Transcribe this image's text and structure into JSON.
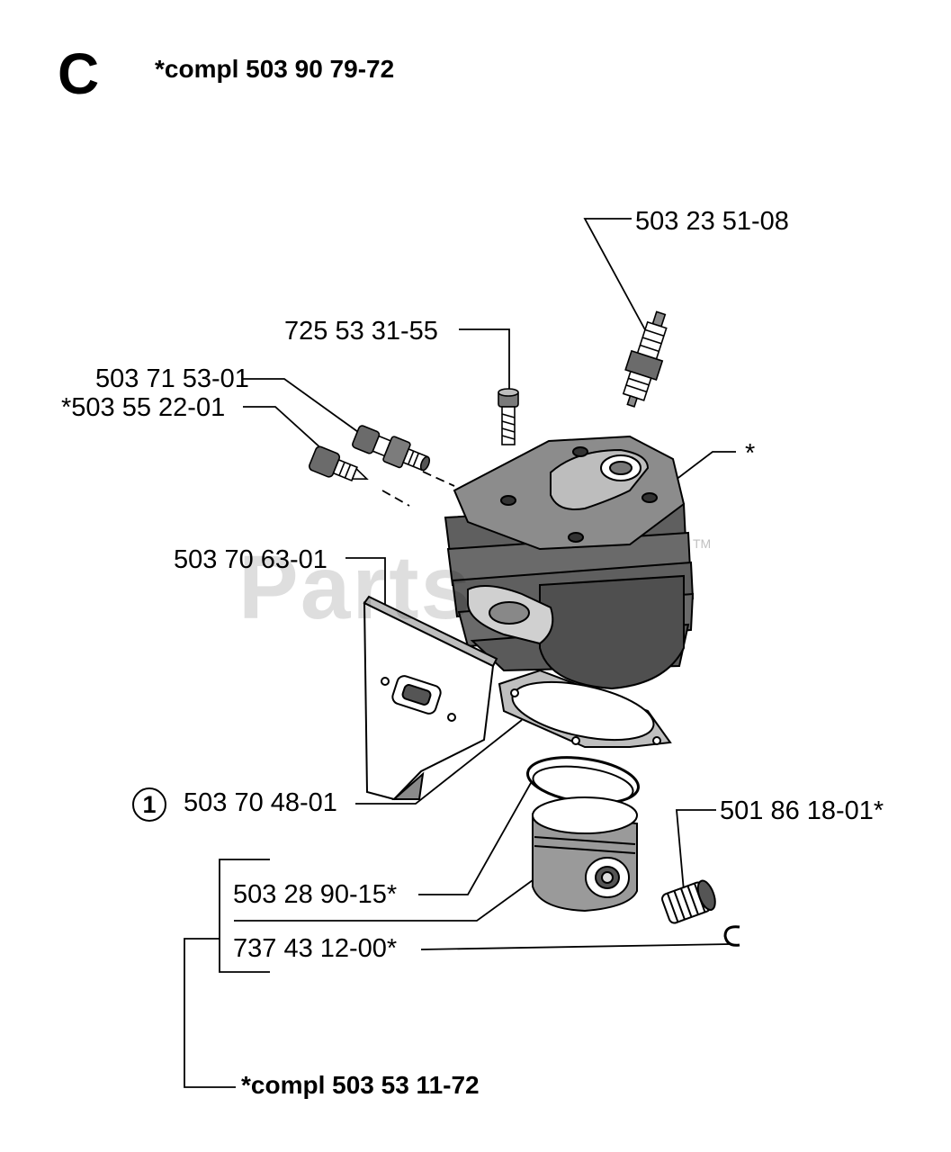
{
  "header": {
    "section_letter": "C",
    "assembly_number": "*compl 503 90 79-72"
  },
  "footer": {
    "assembly_number": "*compl 503 53 11-72"
  },
  "watermark": {
    "text": "Parts",
    "trademark": "TM"
  },
  "callouts": {
    "spark_plug": "503 23 51-08",
    "cylinder_screw": "725 53 31-55",
    "decomp_valve": "503 71 53-01",
    "decomp_valve_alt": "*503 55 22-01",
    "cylinder": "*",
    "heat_shield": "503 70 63-01",
    "gasket_ref": "1",
    "gasket": "503 70 48-01",
    "needle_bearing": "501 86 18-01*",
    "piston_ring": "503 28 90-15*",
    "circlip": "737 43 12-00*"
  },
  "colors": {
    "ink": "#000000",
    "shade": "#6b6b6b",
    "shade_light": "#9a9a9a",
    "watermark": "#d9d9d9"
  }
}
